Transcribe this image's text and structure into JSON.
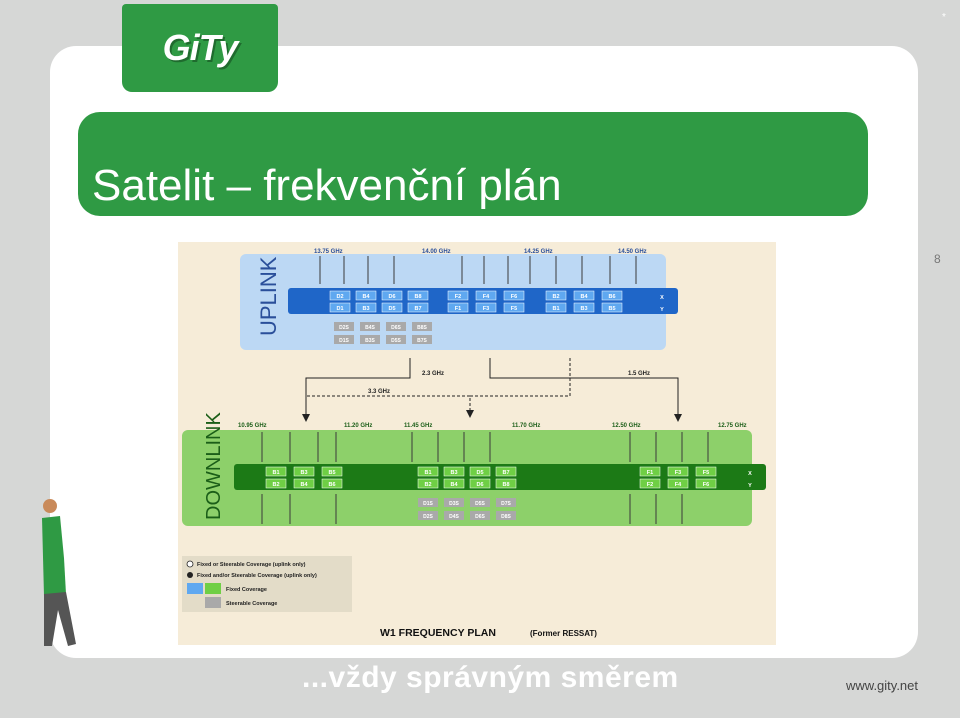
{
  "header": {
    "logo_text": "GiTy",
    "title": "Satelit – frekvenční plán",
    "page_number": "8",
    "star": "*"
  },
  "figure": {
    "uplink": {
      "label": "UPLINK",
      "freq_marks": [
        "13.75 GHz",
        "14.00 GHz",
        "14.25 GHz",
        "14.50 GHz"
      ],
      "row1_x": [
        "D2",
        "B4",
        "D6",
        "B8"
      ],
      "row2_y": [
        "D1",
        "B3",
        "D5",
        "B7"
      ],
      "row1_x_mid": [
        "F2",
        "F4",
        "F6"
      ],
      "row2_y_mid": [
        "F1",
        "F3",
        "F5"
      ],
      "row1_x_right": [
        "B2",
        "B4",
        "B6"
      ],
      "row2_y_right": [
        "B1",
        "B3",
        "B5"
      ],
      "steerable_1": [
        "D2S",
        "B4S",
        "D6S",
        "B8S"
      ],
      "steerable_2": [
        "D1S",
        "B3S",
        "D5S",
        "B7S"
      ],
      "pol_x": "X",
      "pol_y": "Y"
    },
    "offsets": {
      "a": "2.3 GHz",
      "b": "3.3 GHz",
      "c": "1.5 GHz"
    },
    "downlink": {
      "label": "DOWNLINK",
      "freq_marks": [
        "10.95 GHz",
        "11.20 GHz",
        "11.45 GHz",
        "11.70 GHz",
        "12.50 GHz",
        "12.75 GHz"
      ],
      "left_row1": [
        "B1",
        "B3",
        "B5"
      ],
      "left_row2": [
        "B2",
        "B4",
        "B6"
      ],
      "mid_row1": [
        "B1",
        "B3",
        "D5",
        "B7"
      ],
      "mid_row2": [
        "B2",
        "B4",
        "D6",
        "B8"
      ],
      "right_row1": [
        "F1",
        "F3",
        "F5"
      ],
      "right_row2": [
        "F2",
        "F4",
        "F6"
      ],
      "steerable_1": [
        "D1S",
        "D3S",
        "D5S",
        "D7S"
      ],
      "steerable_2": [
        "D2S",
        "D4S",
        "D6S",
        "D8S"
      ],
      "pol_x": "X",
      "pol_y": "Y"
    },
    "legend": [
      "Fixed or Steerable Coverage (uplink only)",
      "Fixed and/or Steerable Coverage (uplink only)",
      "Fixed Coverage",
      "Steerable Coverage"
    ],
    "caption_main": "W1 FREQUENCY PLAN",
    "caption_sub": "(Former RESSAT)",
    "colors": {
      "uplink_bg": "#bcd8f4",
      "downlink_bg": "#8dd06a",
      "uplink_bar": "#1f66c8",
      "downlink_bar": "#1c7a16",
      "steerable": "#a9a9a9"
    }
  },
  "footer": {
    "slogan": "...vždy správným směrem",
    "url": "www.gity.net"
  }
}
